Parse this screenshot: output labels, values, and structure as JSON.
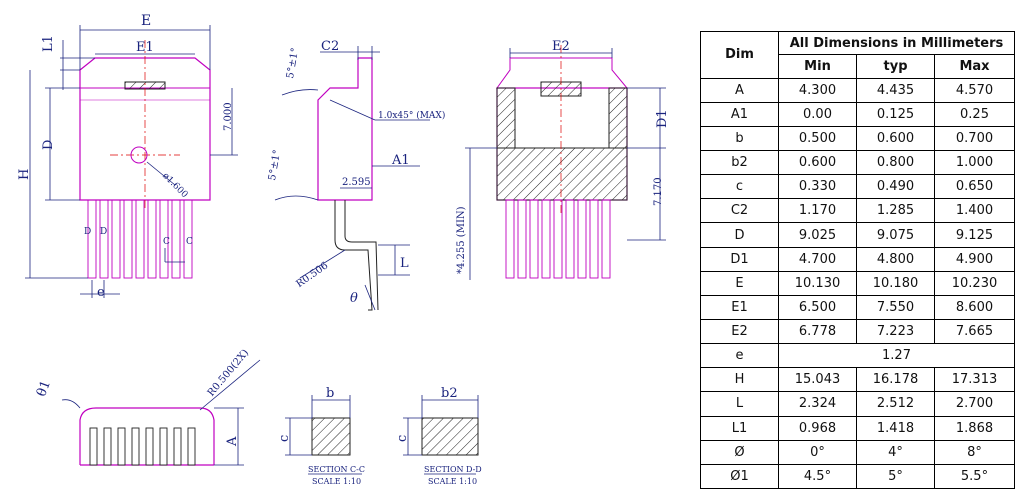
{
  "table": {
    "header_dim": "Dim",
    "header_group": "All Dimensions in Millimeters",
    "header_min": "Min",
    "header_typ": "typ",
    "header_max": "Max",
    "rows": [
      {
        "dim": "A",
        "min": "4.300",
        "typ": "4.435",
        "max": "4.570"
      },
      {
        "dim": "A1",
        "min": "0.00",
        "typ": "0.125",
        "max": "0.25"
      },
      {
        "dim": "b",
        "min": "0.500",
        "typ": "0.600",
        "max": "0.700"
      },
      {
        "dim": "b2",
        "min": "0.600",
        "typ": "0.800",
        "max": "1.000"
      },
      {
        "dim": "c",
        "min": "0.330",
        "typ": "0.490",
        "max": "0.650"
      },
      {
        "dim": "C2",
        "min": "1.170",
        "typ": "1.285",
        "max": "1.400"
      },
      {
        "dim": "D",
        "min": "9.025",
        "typ": "9.075",
        "max": "9.125"
      },
      {
        "dim": "D1",
        "min": "4.700",
        "typ": "4.800",
        "max": "4.900"
      },
      {
        "dim": "E",
        "min": "10.130",
        "typ": "10.180",
        "max": "10.230"
      },
      {
        "dim": "E1",
        "min": "6.500",
        "typ": "7.550",
        "max": "8.600"
      },
      {
        "dim": "E2",
        "min": "6.778",
        "typ": "7.223",
        "max": "7.665"
      },
      {
        "dim": "e",
        "merged": "1.27"
      },
      {
        "dim": "H",
        "min": "15.043",
        "typ": "16.178",
        "max": "17.313"
      },
      {
        "dim": "L",
        "min": "2.324",
        "typ": "2.512",
        "max": "2.700"
      },
      {
        "dim": "L1",
        "min": "0.968",
        "typ": "1.418",
        "max": "1.868"
      },
      {
        "dim": "Ø",
        "min": "0°",
        "typ": "4°",
        "max": "8°"
      },
      {
        "dim": "Ø1",
        "min": "4.5°",
        "typ": "5°",
        "max": "5.5°"
      }
    ]
  },
  "drawing": {
    "labels": {
      "E": "E",
      "E1": "E1",
      "L1": "L1",
      "D": "D",
      "H": "H",
      "e": "e",
      "dim_7000": "7.000",
      "phi_1600": "ø1.600",
      "C2": "C2",
      "ang_top": "5°±1°",
      "chamfer": "1.0x45° (MAX)",
      "ang_mid": "5°±1°",
      "A1": "A1",
      "dim_2595": "2.595",
      "L": "L",
      "R0506": "R0.506",
      "theta": "θ",
      "E2": "E2",
      "D1": "D1",
      "dim_7170": "7.170",
      "dim_4255": "*4.255 (MIN)",
      "theta1": "θ1",
      "R0500": "R0.500(2X)",
      "A": "A",
      "b": "b",
      "c": "c",
      "sec_cc": "SECTION C-C",
      "scale_cc": "SCALE 1:10",
      "b2": "b2",
      "c2": "c",
      "sec_dd": "SECTION D-D",
      "scale_dd": "SCALE 1:10",
      "sec_d_left": "D",
      "sec_d_right": "D",
      "sec_c_left": "C",
      "sec_c_right": "C"
    }
  }
}
